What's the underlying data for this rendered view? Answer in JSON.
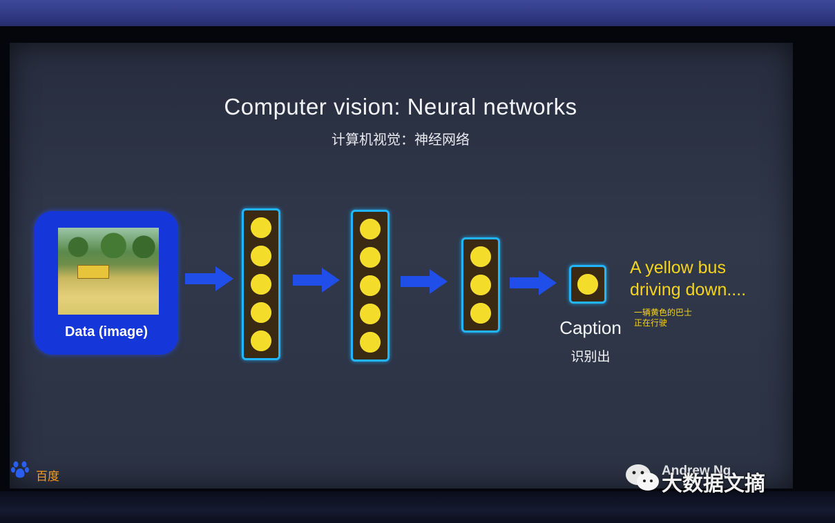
{
  "slide": {
    "title": "Computer vision: Neural networks",
    "subtitle": "计算机视觉：神经网络",
    "data_label": "Data (image)",
    "caption_label": "Caption",
    "caption_sub": "识别出",
    "output_en_line1": "A yellow bus",
    "output_en_line2": "driving down....",
    "output_zh_line1": "一辆黄色的巴士",
    "output_zh_line2": "正在行驶"
  },
  "network": {
    "layer_neurons": [
      5,
      5,
      3,
      1
    ]
  },
  "branding": {
    "logo_text": "百度",
    "speaker_text": "Andrew Ng",
    "watermark_text": "大数据文摘"
  },
  "colors": {
    "box_blue": "#1536d8",
    "layer_border": "#21b4ff",
    "neuron_yellow": "#f4dc2a",
    "output_text": "#f5d41e",
    "arrow_blue": "#1f4ee8"
  }
}
